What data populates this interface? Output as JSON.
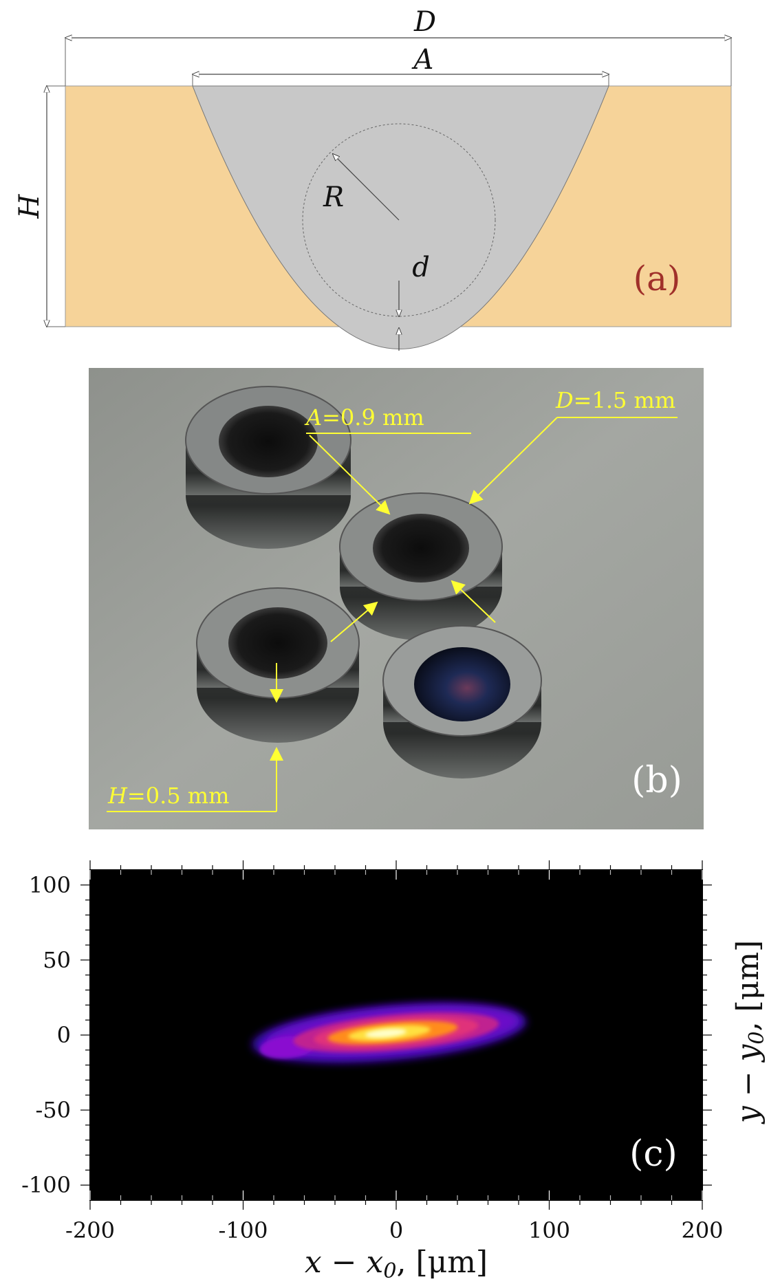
{
  "panel_a": {
    "label": "(a)",
    "dims": {
      "D": "D",
      "A": "A",
      "H": "H",
      "R": "R",
      "d": "d"
    },
    "colors": {
      "substrate": "#f6d399",
      "cavity": "#c8c8c8",
      "label": "#a0302a"
    }
  },
  "panel_b": {
    "label": "(b)",
    "annotations": {
      "A": {
        "sym": "A",
        "value": "=0.9 mm"
      },
      "D": {
        "sym": "D",
        "value": "=1.5 mm"
      },
      "H": {
        "sym": "H",
        "value": "=0.5 mm"
      }
    },
    "colors": {
      "annotation": "#ffff33"
    }
  },
  "panel_c": {
    "label": "(c)",
    "xlabel_main": "x − x",
    "xlabel_sub": "0",
    "xlabel_unit": ",  [μm]",
    "ylabel_main": "y − y",
    "ylabel_sub": "0",
    "ylabel_unit": ", [μm]"
  },
  "chart_data": {
    "type": "heatmap",
    "xlim": [
      -200,
      200
    ],
    "ylim": [
      -110,
      110
    ],
    "x_ticks": [
      -200,
      -100,
      0,
      100,
      200
    ],
    "y_ticks": [
      100,
      50,
      0,
      -50,
      -100
    ],
    "x_tick_labels": [
      "-200",
      "-100",
      "0",
      "100",
      "200"
    ],
    "y_tick_labels": [
      "100",
      "50",
      "0",
      "-50",
      "-100"
    ],
    "background": "#000000",
    "spot": {
      "center_x": 0,
      "center_y": -3,
      "extent_x": [
        -95,
        85
      ],
      "extent_y": [
        -25,
        20
      ]
    },
    "colormap": [
      "#000000",
      "#3a0ab0",
      "#8a10d0",
      "#e0307a",
      "#ff8c1a",
      "#ffe040",
      "#ffffc8"
    ]
  }
}
